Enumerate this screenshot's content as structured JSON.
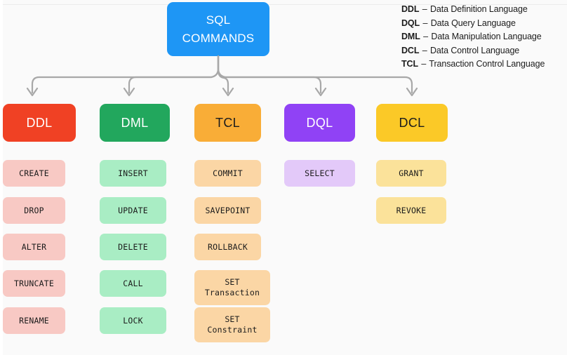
{
  "title": {
    "line1": "SQL",
    "line2": "COMMANDS",
    "color": "#1e96f5",
    "text_color": "#ffffff"
  },
  "legend": {
    "items": [
      {
        "abbr": "DDL",
        "dash": "–",
        "text": "Data Definition Language"
      },
      {
        "abbr": "DQL",
        "dash": "–",
        "text": "Data Query Language"
      },
      {
        "abbr": "DML",
        "dash": "–",
        "text": "Data Manipulation Language"
      },
      {
        "abbr": "DCL",
        "dash": "–",
        "text": "Data Control Language"
      },
      {
        "abbr": "TCL",
        "dash": "–",
        "text": "Transaction Control Language"
      }
    ]
  },
  "connector": {
    "color": "#a8a8a8",
    "style": "orthogonal-rounded-with-chevron-arrows"
  },
  "categories": [
    {
      "id": "ddl",
      "label": "DDL",
      "header_color": "#f04124",
      "header_text_color": "#ffffff",
      "command_color": "#f8c9c4",
      "commands": [
        {
          "line1": "CREATE",
          "line2": ""
        },
        {
          "line1": "DROP",
          "line2": ""
        },
        {
          "line1": "ALTER",
          "line2": ""
        },
        {
          "line1": "TRUNCATE",
          "line2": ""
        },
        {
          "line1": "RENAME",
          "line2": ""
        }
      ]
    },
    {
      "id": "dml",
      "label": "DML",
      "header_color": "#22a75d",
      "header_text_color": "#ffffff",
      "command_color": "#a9edc4",
      "commands": [
        {
          "line1": "INSERT",
          "line2": ""
        },
        {
          "line1": "UPDATE",
          "line2": ""
        },
        {
          "line1": "DELETE",
          "line2": ""
        },
        {
          "line1": "CALL",
          "line2": ""
        },
        {
          "line1": "LOCK",
          "line2": ""
        }
      ]
    },
    {
      "id": "tcl",
      "label": "TCL",
      "header_color": "#f9ad37",
      "header_text_color": "#1c1c1c",
      "command_color": "#fbd6a5",
      "commands": [
        {
          "line1": "COMMIT",
          "line2": ""
        },
        {
          "line1": "SAVEPOINT",
          "line2": ""
        },
        {
          "line1": "ROLLBACK",
          "line2": ""
        },
        {
          "line1": "SET",
          "line2": "Transaction"
        },
        {
          "line1": "SET",
          "line2": "Constraint"
        }
      ]
    },
    {
      "id": "dql",
      "label": "DQL",
      "header_color": "#9042f5",
      "header_text_color": "#ffffff",
      "command_color": "#e3c9f9",
      "commands": [
        {
          "line1": "SELECT",
          "line2": ""
        }
      ]
    },
    {
      "id": "dcl",
      "label": "DCL",
      "header_color": "#fbc927",
      "header_text_color": "#1c1c1c",
      "command_color": "#fbe29a",
      "commands": [
        {
          "line1": "GRANT",
          "line2": ""
        },
        {
          "line1": "REVOKE",
          "line2": ""
        }
      ]
    }
  ]
}
